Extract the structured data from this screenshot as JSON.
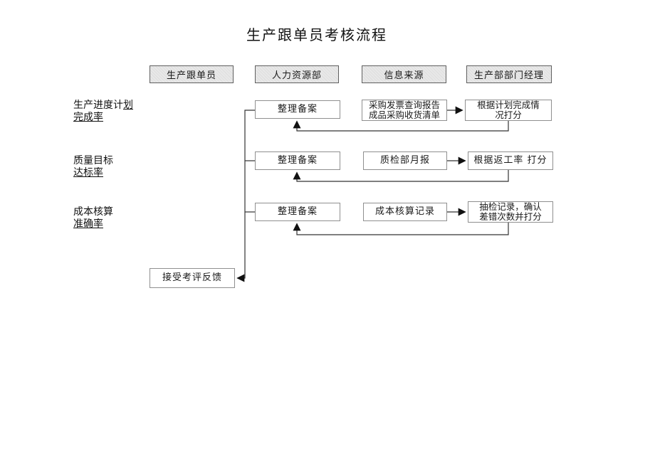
{
  "title": "生产跟单员考核流程",
  "columns": [
    {
      "label": "生产跟单员"
    },
    {
      "label": "人力资源部"
    },
    {
      "label": "信息来源"
    },
    {
      "label": "生产部部门经理"
    }
  ],
  "rows": [
    {
      "metric": {
        "pre": "生产进度计",
        "underlined_tail": "划",
        "line2": "完成率"
      },
      "hr_box": "整理备案",
      "source_box": "采购发票查询报告\n成品采购收货清单",
      "manager_box": "根据计划完成情\n况打分"
    },
    {
      "metric": {
        "pre": "质量目标",
        "underlined_tail": "",
        "line2": "达标率"
      },
      "hr_box": "整理备案",
      "source_box": "质检部月报",
      "manager_box": "根据返工率 打分"
    },
    {
      "metric": {
        "pre": "成本核算",
        "underlined_tail": "",
        "line2": "准确率"
      },
      "hr_box": "整理备案",
      "source_box": "成本核算记录",
      "manager_box": "抽检记录，确认\n差错次数并打分"
    }
  ],
  "feedback_box": "接受考评反馈",
  "colors": {
    "background": "#ffffff",
    "text": "#1a1a1a",
    "line": "#333333",
    "flow_box_border": "#8f8f8f",
    "header_border": "#5f5f5f",
    "header_fill": "#e8e8e8"
  }
}
